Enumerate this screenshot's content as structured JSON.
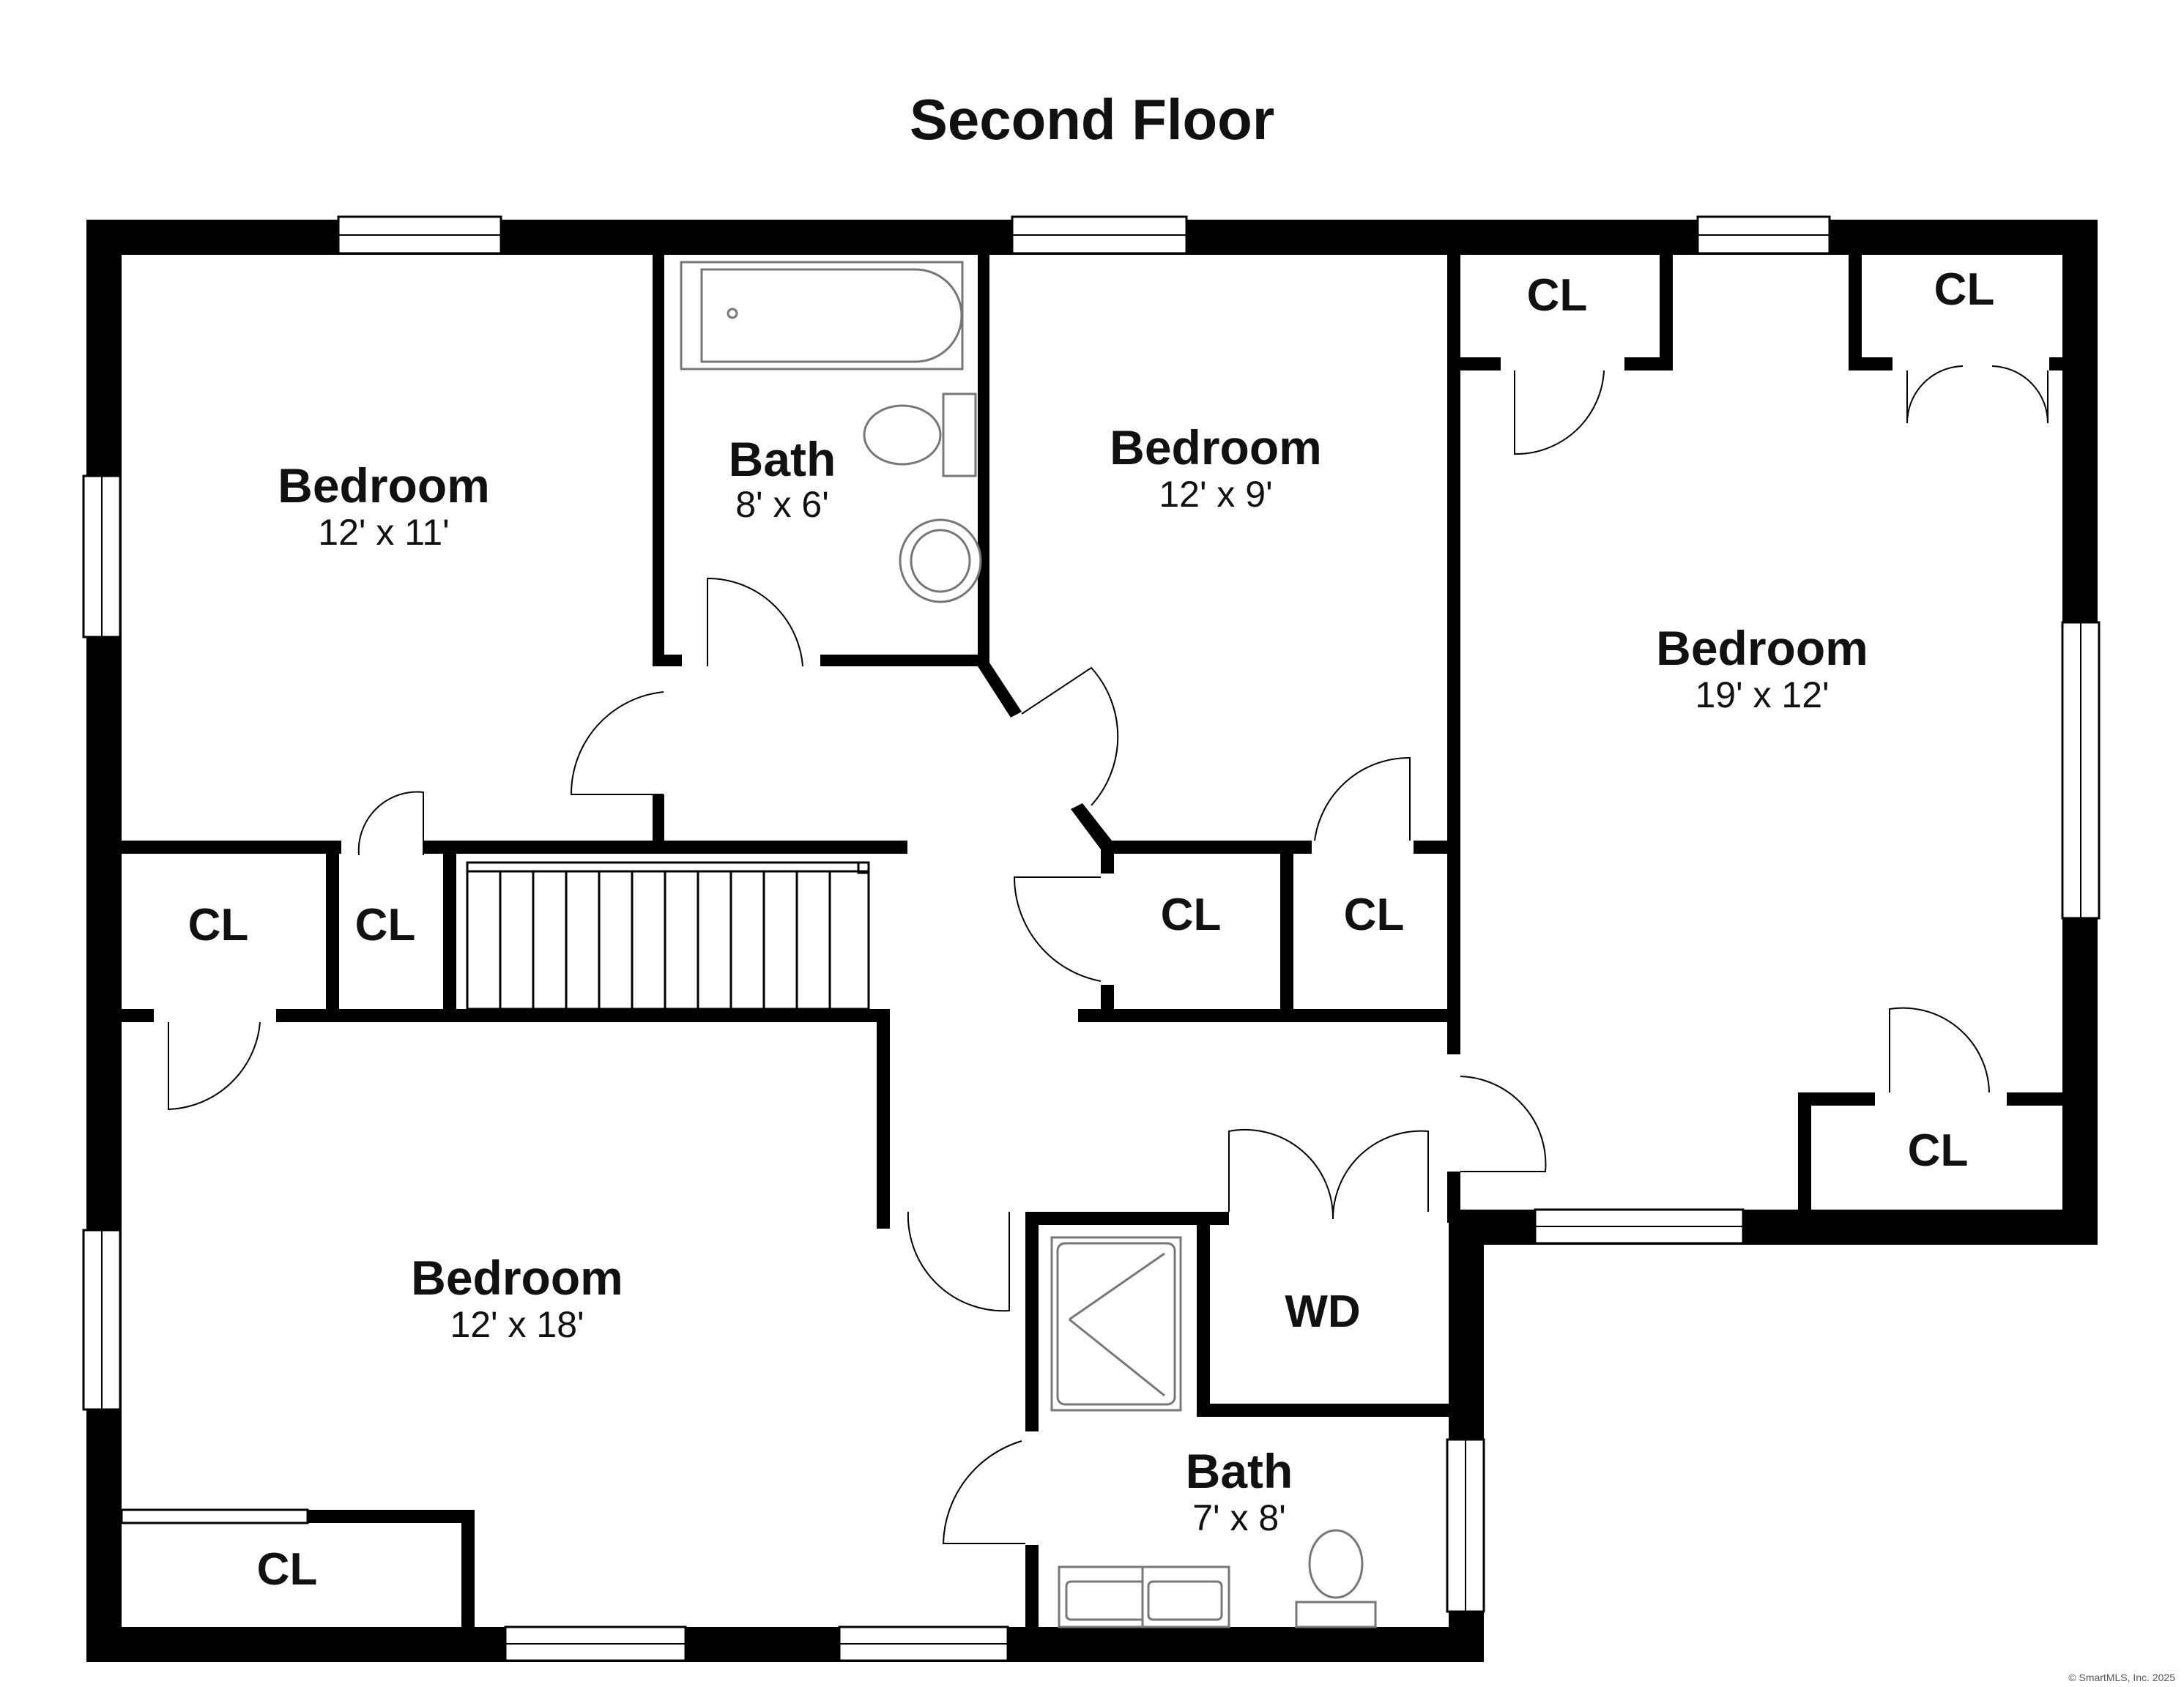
{
  "title": "Second Floor",
  "rooms": {
    "bedroom_nw": {
      "name": "Bedroom",
      "dims": "12' x 11'"
    },
    "bath_north": {
      "name": "Bath",
      "dims": "8' x 6'"
    },
    "bedroom_n": {
      "name": "Bedroom",
      "dims": "12' x 9'"
    },
    "bedroom_e": {
      "name": "Bedroom",
      "dims": "19' x 12'"
    },
    "bedroom_sw": {
      "name": "Bedroom",
      "dims": "12' x 18'"
    },
    "bath_south": {
      "name": "Bath",
      "dims": "7' x 8'"
    },
    "laundry": {
      "name": "WD"
    }
  },
  "closet_label": "CL",
  "copyright": "© SmartMLS, Inc. 2025",
  "colors": {
    "wall": "#000000",
    "fixture": "#777777",
    "background": "#ffffff"
  }
}
